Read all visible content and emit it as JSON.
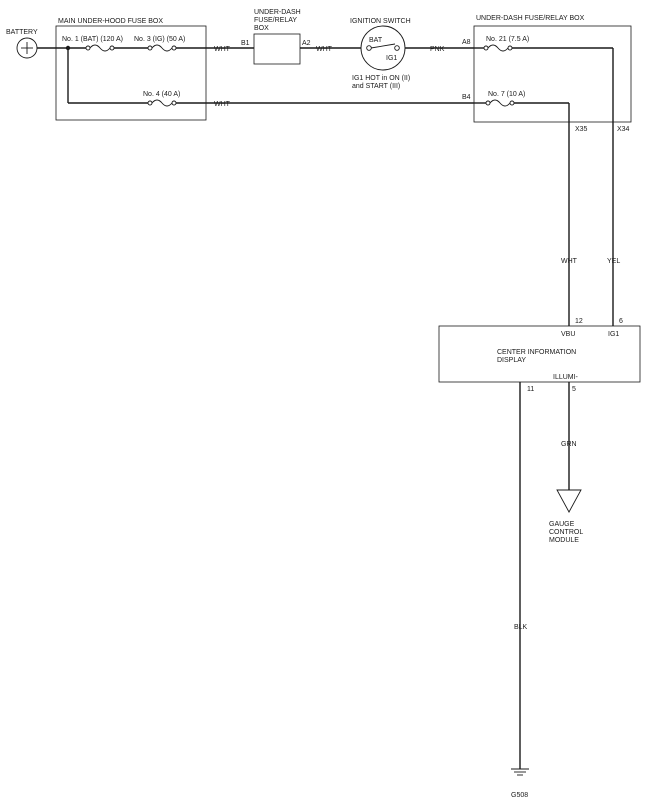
{
  "battery": {
    "label": "BATTERY"
  },
  "under_hood_box": {
    "title": "MAIN UNDER-HOOD FUSE BOX",
    "fuse1": "No. 1 (BAT) (120 A)",
    "fuse3": "No. 3 (IG) (50 A)",
    "fuse4": "No. 4 (40 A)"
  },
  "underdash_relay_box": {
    "title_lines": [
      "UNDER-DASH",
      "FUSE/RELAY",
      "BOX"
    ],
    "pin_in": "B1",
    "pin_out": "A2"
  },
  "ignition_switch": {
    "title": "IGNITION SWITCH",
    "bat": "BAT",
    "ig1": "IG1",
    "note_lines": [
      "IG1 HOT in ON (II)",
      "and START (III)"
    ]
  },
  "underdash_fuse_box": {
    "title": "UNDER-DASH FUSE/RELAY BOX",
    "pin_a8": "A8",
    "pin_b4": "B4",
    "fuse21": "No. 21 (7.5 A)",
    "fuse7": "No. 7 (10 A)",
    "pin_x35": "X35",
    "pin_x34": "X34"
  },
  "wires": {
    "wht_1": "WHT",
    "wht_2": "WHT",
    "wht_3": "WHT",
    "pnk": "PNK",
    "wht_vbu": "WHT",
    "yel": "YEL",
    "grn": "GRN",
    "blk": "BLK"
  },
  "center_display": {
    "title_lines": [
      "CENTER INFORMATION",
      "DISPLAY"
    ],
    "pin12": "12",
    "vbu": "VBU",
    "pin6": "6",
    "ig1": "IG1",
    "illumi": "ILLUMI-",
    "pin11": "11",
    "pin5": "5"
  },
  "gauge_module": {
    "lines": [
      "GAUGE",
      "CONTROL",
      "MODULE"
    ]
  },
  "ground": {
    "label": "G508"
  }
}
